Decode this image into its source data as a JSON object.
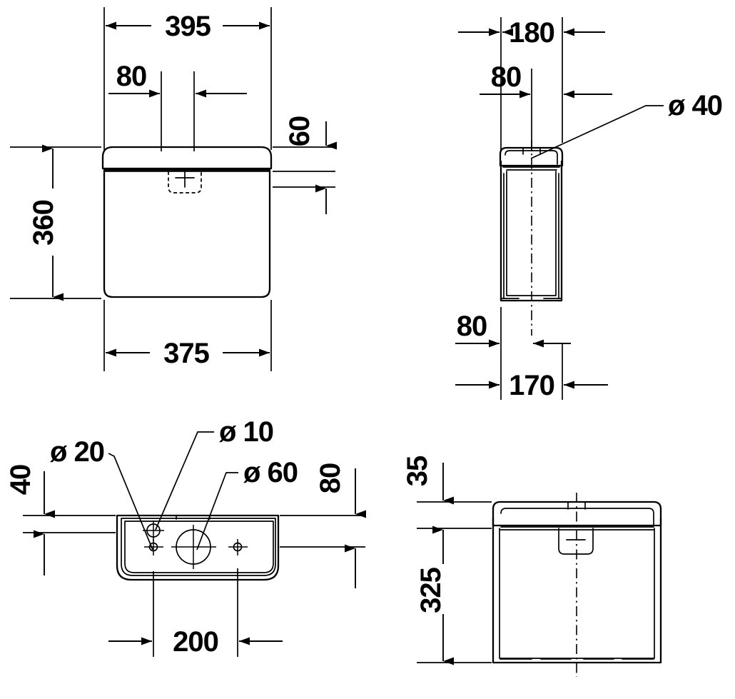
{
  "drawing": {
    "title": "Cistern dimensional drawing",
    "units": "mm",
    "line_color": "#000000",
    "background_color": "#ffffff"
  },
  "views": {
    "front": {
      "name": "front-view",
      "dimensions": {
        "overall_width_top": "395",
        "offset_left": "80",
        "lid_height": "60",
        "body_height": "360",
        "body_width": "375"
      }
    },
    "side": {
      "name": "side-view",
      "dimensions": {
        "depth_top": "180",
        "offset_left_top": "80",
        "offset_left_bottom": "80",
        "depth_bottom": "170",
        "hole_callout": "ø 40"
      }
    },
    "plan": {
      "name": "plan-view",
      "dimensions": {
        "front_offset": "40",
        "rear_offset": "80",
        "hole_spacing": "200",
        "hole_small": "ø 10",
        "hole_medium": "ø 20",
        "hole_large": "ø 60"
      }
    },
    "rear": {
      "name": "rear-view",
      "dimensions": {
        "lid_height": "35",
        "body_height": "325"
      }
    }
  },
  "labels": {
    "v395": "395",
    "v80a": "80",
    "v60": "60",
    "v360": "360",
    "v375": "375",
    "v180": "180",
    "v80b": "80",
    "d40": "ø 40",
    "v80c": "80",
    "v170": "170",
    "d20": "ø 20",
    "d10": "ø 10",
    "d60": "ø 60",
    "v40": "40",
    "v80d": "80",
    "v200": "200",
    "v35": "35",
    "v325": "325"
  }
}
